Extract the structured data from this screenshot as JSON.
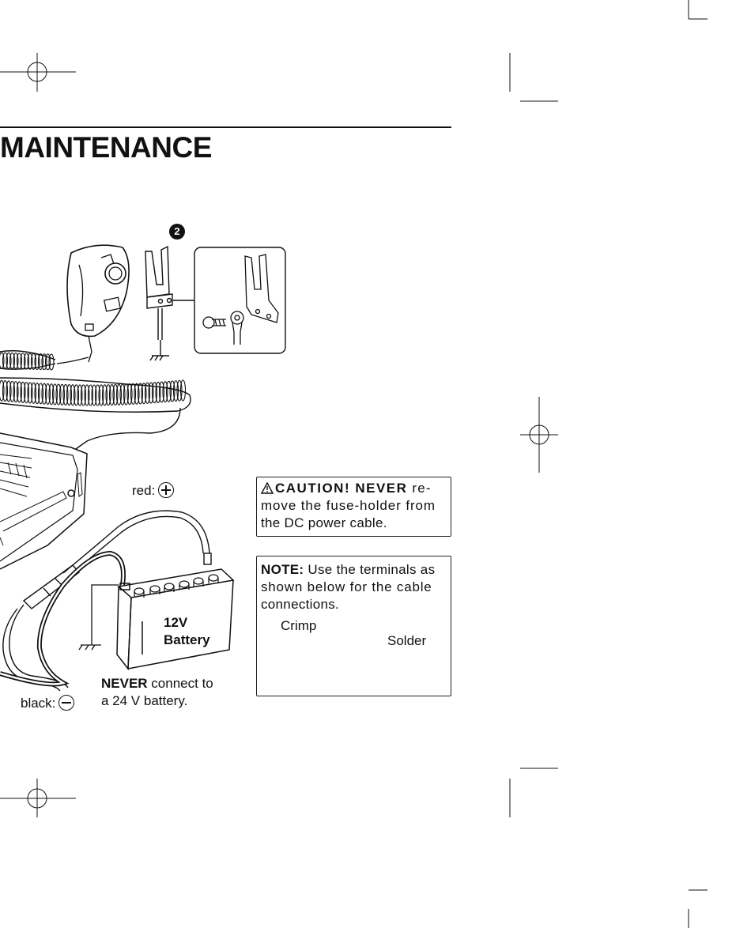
{
  "page": {
    "section_title": "MAINTENANCE"
  },
  "illustration": {
    "step_number": "2",
    "red_label": "red:",
    "black_label": "black:",
    "battery_label_line1": "12V",
    "battery_label_line2": "Battery",
    "never_bold": "NEVER",
    "never_rest_line1": " connect to",
    "never_line2": "a 24 V battery."
  },
  "caution": {
    "bold": "CAUTION! NEVER",
    "line1_rest": " re-",
    "line2": "move the fuse-holder from",
    "line3": "the DC power cable."
  },
  "note": {
    "bold": "NOTE:",
    "line1_rest": " Use the terminals as",
    "line2": "shown below for the cable",
    "line3": "connections.",
    "crimp_label": "Crimp",
    "solder_label": "Solder"
  },
  "colors": {
    "ink": "#111111",
    "background": "#ffffff"
  }
}
